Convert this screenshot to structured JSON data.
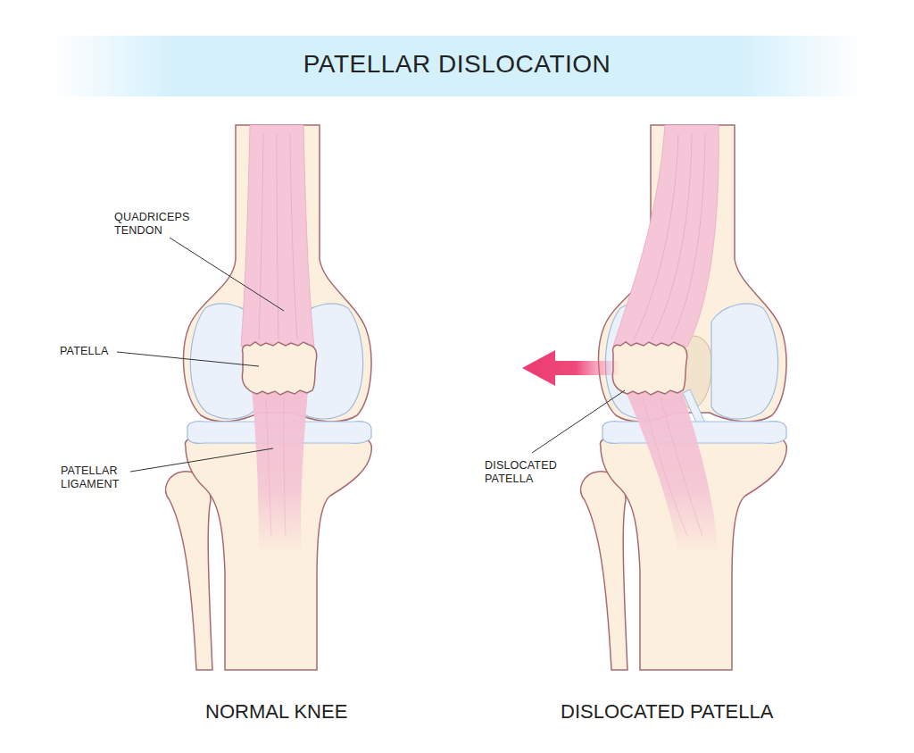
{
  "diagram": {
    "title": "PATELLAR DISLOCATION",
    "labels": [
      "QUADRICEPS TENDON",
      "PATELLA",
      "PATELLAR LIGAMENT",
      "DISLOCATED PATELLA",
      "NORMAL KNEE",
      "DISLOCATED PATELLA"
    ]
  }
}
